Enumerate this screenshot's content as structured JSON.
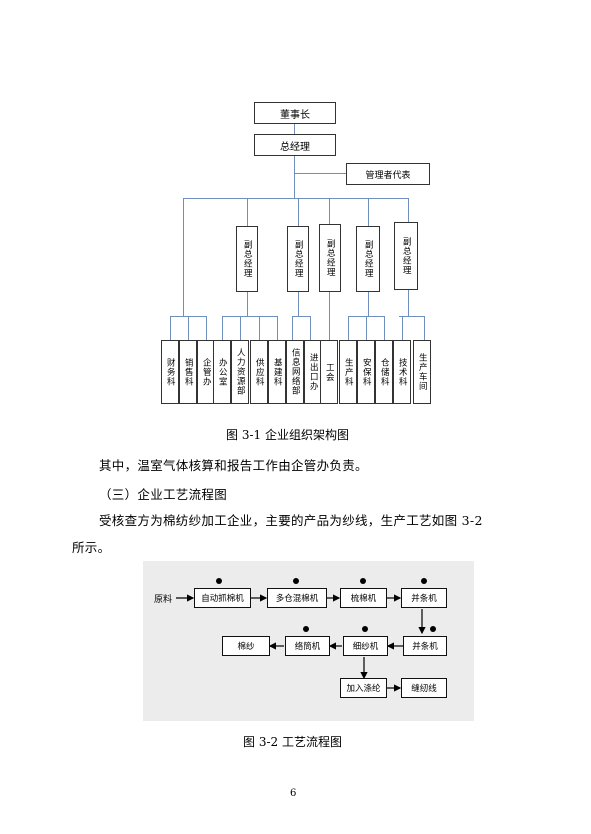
{
  "org_chart": {
    "chairman": "董事长",
    "general_manager": "总经理",
    "management_rep": "管理者代表",
    "vice_managers": [
      "副总经理",
      "副总经理",
      "副总经理",
      "副总经理",
      "副总经理"
    ],
    "departments": [
      "财务科",
      "销售科",
      "企管办",
      "办公室",
      "人力资源部",
      "供应科",
      "基建科",
      "信息网络部",
      "进出口办",
      "工会",
      "生产科",
      "安保科",
      "仓储科",
      "技术科",
      "生产车间"
    ]
  },
  "caption1": "图 3-1 企业组织架构图",
  "paragraph1": "其中，温室气体核算和报告工作由企管办负责。",
  "section_heading": "（三）企业工艺流程图",
  "paragraph2_line1": "受核查方为棉纺纱加工企业，主要的产品为纱线，生产工艺如图 3-2",
  "paragraph2_line2": "所示。",
  "flow": {
    "raw": "原料",
    "n1": "自动抓棉机",
    "n2": "多仓混棉机",
    "n3": "梳棉机",
    "n4": "并条机",
    "n5": "并条机",
    "n6": "细纱机",
    "n7": "络筒机",
    "n8": "棉纱",
    "n9": "加入涤纶",
    "n10": "缝纫线"
  },
  "caption2": "图 3-2 工艺流程图",
  "page_number": "6"
}
